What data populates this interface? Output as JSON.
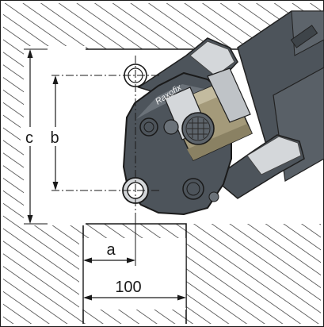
{
  "labels": {
    "a": "a",
    "b": "b",
    "c": "c",
    "dim_100": "100"
  },
  "tool": {
    "brand": "Raxofix"
  },
  "colors": {
    "tool_dark": "#4d545b",
    "tool_mid": "#6b7279",
    "tool_light": "#d4d7da",
    "tool_brass": "#a49a7a",
    "wall_hatch": "#2b2b2b",
    "line": "#1a1a1a"
  }
}
